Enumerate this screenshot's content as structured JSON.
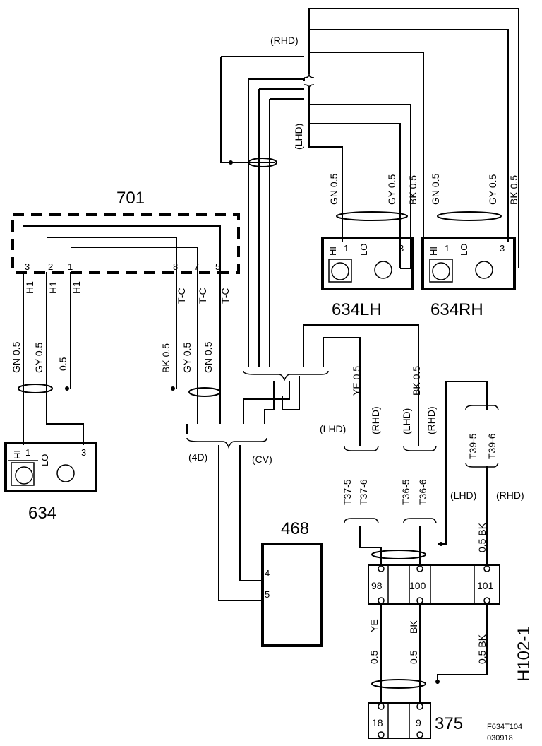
{
  "components": {
    "c701": {
      "id": "701",
      "pins": [
        "3",
        "2",
        "1",
        "8",
        "7",
        "5"
      ],
      "pin_names": [
        "H1",
        "H1",
        "H1",
        "T-C",
        "T-C",
        "T-C"
      ]
    },
    "c634": {
      "id": "634",
      "hi": "HI",
      "lo": "LO",
      "pin1": "1",
      "pin3": "3"
    },
    "c634lh": {
      "id": "634LH",
      "hi": "HI",
      "lo": "LO",
      "pin1": "1",
      "pin3": "3"
    },
    "c634rh": {
      "id": "634RH",
      "hi": "HI",
      "lo": "LO",
      "pin1": "1",
      "pin3": "3"
    },
    "c468": {
      "id": "468",
      "pin4": "4",
      "pin5": "5"
    },
    "h102": {
      "id": "H102-1",
      "pins": [
        "98",
        "100",
        "101"
      ]
    },
    "c375": {
      "id": "375",
      "pins": [
        "18",
        "9"
      ]
    }
  },
  "variants": {
    "rhd": "(RHD)",
    "lhd": "(LHD)",
    "d4": "(4D)",
    "cv": "(CV)"
  },
  "wires": {
    "w_lh_gn": "GN 0.5",
    "w_lh_gy": "GY 0.5",
    "w_lh_bk": "BK 0.5",
    "w_rh_gn": "GN 0.5",
    "w_rh_gy": "GY 0.5",
    "w_rh_bk": "BK 0.5",
    "w_634_gn": "GN 0.5",
    "w_634_gy": "GY 0.5",
    "w_634_05": "0.5",
    "w_tc_bk": "BK 0.5",
    "w_tc_gy": "GY 0.5",
    "w_tc_gn": "GN 0.5",
    "w_ye": "YE 0.5",
    "w_bk": "BK 0.5",
    "w_101_bk": "0.5 BK",
    "w_bot_ye": "YE",
    "w_bot_ye_sz": "0.5",
    "w_bot_bk": "BK",
    "w_bot_bk_sz": "0.5",
    "w_bot_101": "0.5 BK"
  },
  "splices": {
    "t37_5": "T37-5",
    "t37_6": "T37-6",
    "t36_5": "T36-5",
    "t36_6": "T36-6",
    "t39_5": "T39-5",
    "t39_6": "T39-6"
  },
  "figure_ref": {
    "code": "F634T104",
    "date": "030918"
  }
}
